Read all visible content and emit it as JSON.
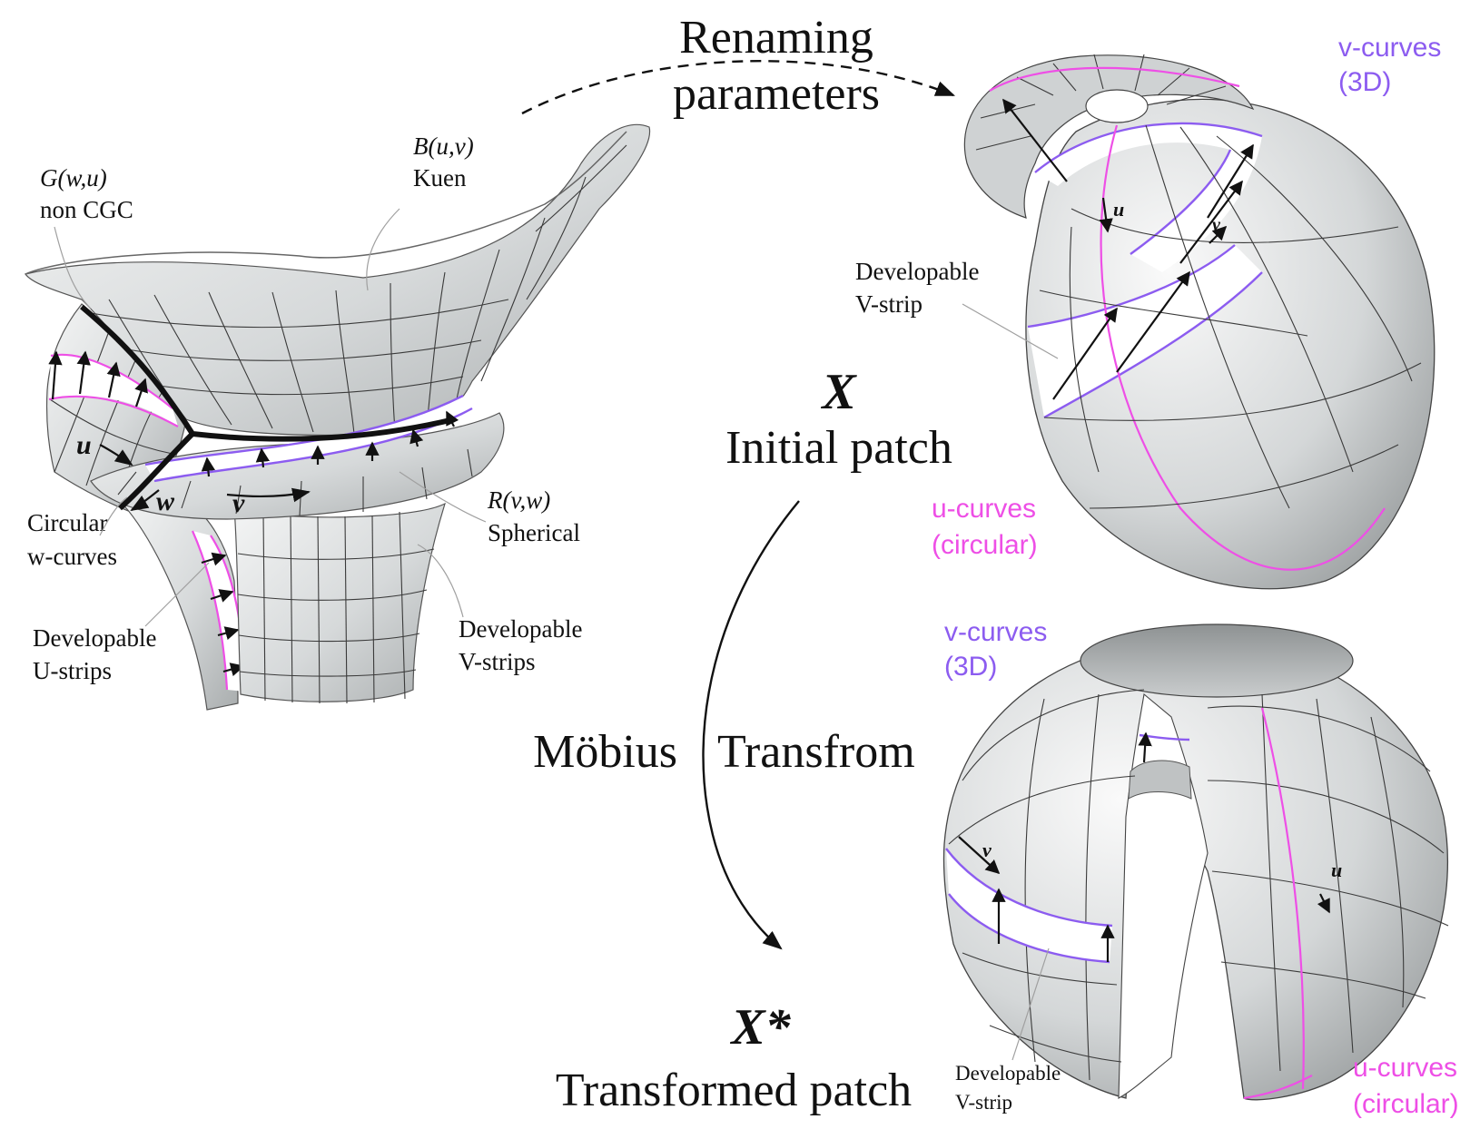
{
  "colors": {
    "u_curves": "#ee4fe6",
    "v_curves": "#8c5cf0",
    "surface": "#d9dcdd",
    "strip": "#ffffff",
    "text": "#111111"
  },
  "arrows": {
    "renaming": "Renaming\nparameters",
    "mobius_left": "Möbius",
    "mobius_right": "Transfrom"
  },
  "left_panel": {
    "g_label": "G(w,u)",
    "g_sub": "non CGC",
    "b_label": "B(u,v)",
    "b_sub": "Kuen",
    "r_label": "R(v,w)",
    "r_sub": "Spherical",
    "circular_line1": "Circular",
    "circular_line2": "w-curves",
    "dev_u_line1": "Developable",
    "dev_u_line2": "U-strips",
    "dev_v_line1": "Developable",
    "dev_v_line2": "V-strips",
    "param_u": "u",
    "param_w": "w",
    "param_v": "v"
  },
  "initial_patch": {
    "symbol": "X",
    "title": "Initial patch",
    "v_curves_line1": "v-curves",
    "v_curves_line2": "(3D)",
    "u_curves_line1": "u-curves",
    "u_curves_line2": "(circular)",
    "dev_line1": "Developable",
    "dev_line2": "V-strip",
    "param_u": "u",
    "param_v": "v"
  },
  "transformed_patch": {
    "symbol": "X*",
    "title": "Transformed patch",
    "v_curves_line1": "v-curves",
    "v_curves_line2": "(3D)",
    "u_curves_line1": "u-curves",
    "u_curves_line2": "(circular)",
    "dev_line1": "Developable",
    "dev_line2": "V-strip",
    "param_u": "u",
    "param_v": "v"
  }
}
